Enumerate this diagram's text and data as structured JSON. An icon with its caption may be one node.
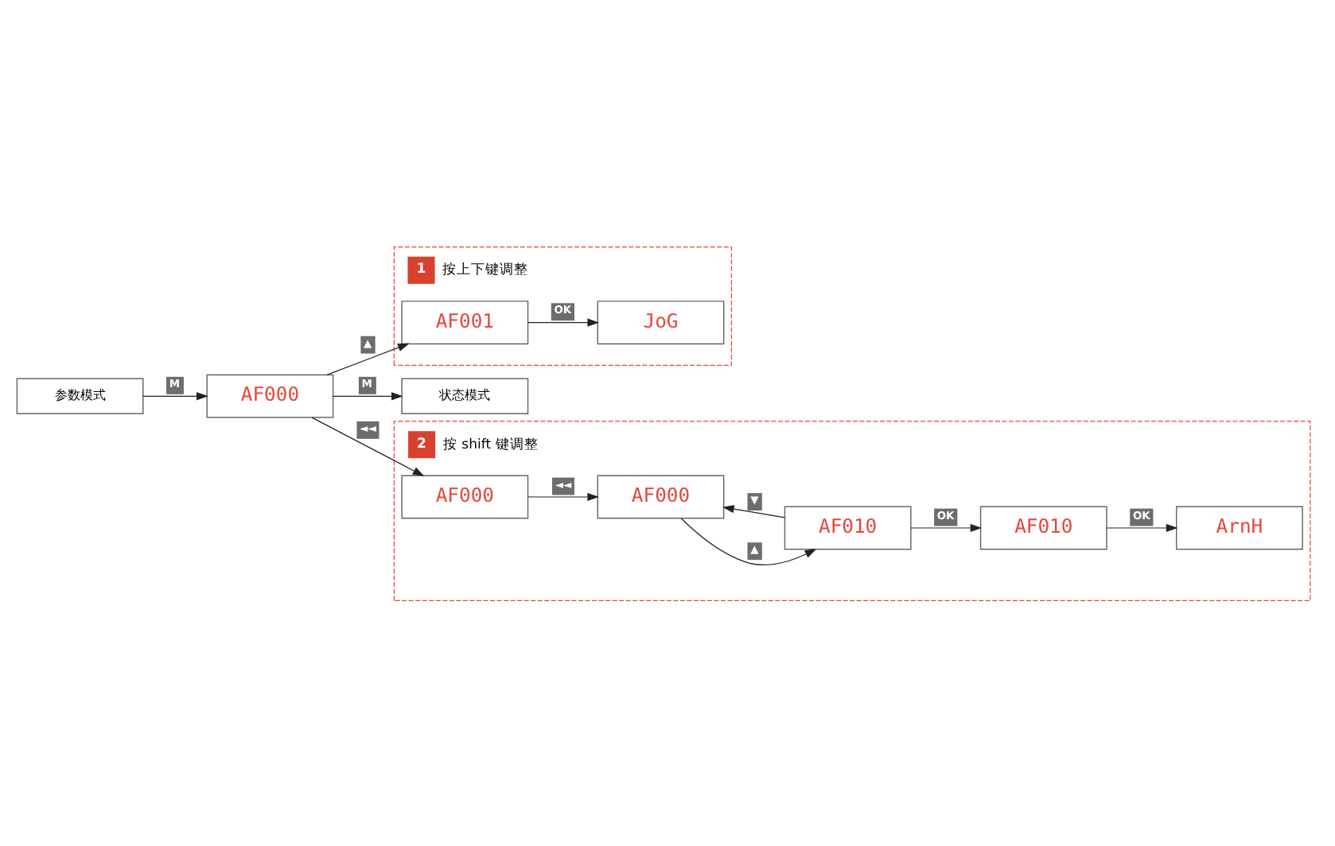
{
  "diagram": {
    "nodes": [
      {
        "text": [
          "1",
          "按上下键调整"
        ]
      },
      {
        "text": [
          "AF001"
        ],
        "in": 0
      },
      {
        "text": [
          "JoG"
        ],
        "in": 0
      },
      {
        "text": [
          "参数模式"
        ]
      },
      {
        "text": [
          "AF000"
        ]
      },
      {
        "text": [
          "状态模式"
        ]
      },
      {
        "text": [
          "2",
          "按 shift 键调整"
        ]
      },
      {
        "text": [
          "AF000"
        ],
        "in": 6
      },
      {
        "text": [
          "AF000"
        ],
        "in": 6
      },
      {
        "text": [
          "AF010"
        ],
        "in": 6
      },
      {
        "text": [
          "AF010"
        ],
        "in": 6
      },
      {
        "text": [
          "ArnH"
        ],
        "in": 6
      }
    ],
    "edges": [
      {
        "from": 3,
        "to": 4,
        "arrow": "to",
        "label": "M"
      },
      {
        "from": 4,
        "to": 5,
        "arrow": "to",
        "label": "M"
      },
      {
        "from": 4,
        "to": 1,
        "arrow": "to",
        "label": "▲"
      },
      {
        "from": 1,
        "to": 2,
        "arrow": "to",
        "label": "OK"
      },
      {
        "from": 4,
        "to": 7,
        "arrow": "to",
        "label": "◄◄"
      },
      {
        "from": 7,
        "to": 8,
        "arrow": "to",
        "label": "◄◄"
      },
      {
        "from": 8,
        "to": 9,
        "arrow": "to",
        "label": "▲"
      },
      {
        "from": 9,
        "to": 8,
        "arrow": "to",
        "label": "▼"
      },
      {
        "from": 9,
        "to": 10,
        "arrow": "to",
        "label": "OK"
      },
      {
        "from": 10,
        "to": 11,
        "arrow": "to",
        "label": "OK"
      }
    ]
  }
}
